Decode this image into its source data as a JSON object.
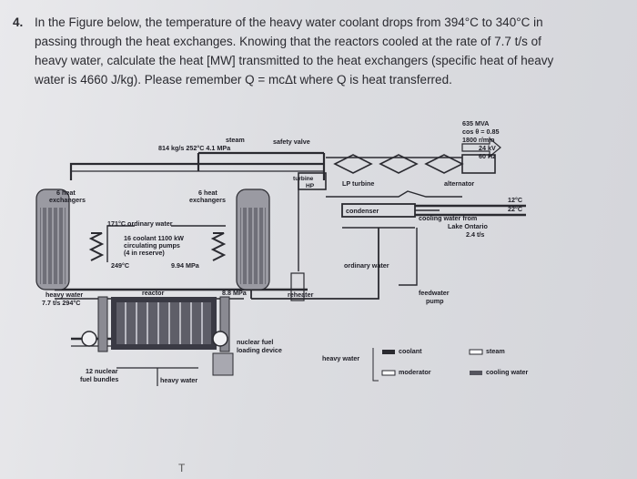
{
  "question": {
    "number": "4.",
    "lines": [
      "In the Figure below, the temperature of the heavy water coolant drops from 394°C to 340°C in",
      "passing through the heat exchanges. Knowing that the reactors cooled at the rate of 7.7 t/s of",
      "heavy water, calculate the heat [MW] transmitted to the heat exchangers (specific heat of heavy",
      "water is 4660 J/kg).  Please remember Q = mcΔt where Q is heat transferred."
    ]
  },
  "figure": {
    "labels": {
      "steam": "steam",
      "steam_conditions": "814 kg/s  252°C  4.1 MPa",
      "safety_valve": "safety valve",
      "turbine": "turbine",
      "hp": "HP",
      "lp_turbine": "LP turbine",
      "alternator": "alternator",
      "mva": "635 MVA",
      "cos": "cos θ = 0.85",
      "rpm": "1800 r/min",
      "kv": "24 kV",
      "hz": "60 Hz",
      "hx_left_1": "6 heat",
      "hx_left_2": "exchangers",
      "hx_right_1": "6 heat",
      "hx_right_2": "exchangers",
      "temp_12": "12°C",
      "temp_22": "22°C",
      "condenser": "condenser",
      "cooling_water_1": "cooling water from",
      "cooling_water_2": "Lake Ontario",
      "cooling_water_3": "2.4 t/s",
      "ordinary_water_top": "171°C  ordinary water",
      "pumps_1": "16 coolant  1100 kW",
      "pumps_2": "circulating pumps",
      "pumps_3": "(4 in reserve)",
      "temp_249": "249°C",
      "pressure_994": "9.94 MPa",
      "ordinary_water": "ordinary water",
      "heavy_water_left_1": "heavy water",
      "heavy_water_left_2": "7.7 t/s  294°C",
      "reactor": "reactor",
      "pressure_88": "8.8 MPa",
      "reheater": "reheater",
      "feedwater_1": "feedwater",
      "feedwater_2": "pump",
      "fuel_device_1": "nuclear fuel",
      "fuel_device_2": "loading device",
      "bundles_1": "12 nuclear",
      "bundles_2": "fuel bundles",
      "heavy_water_bottom": "heavy water",
      "heavy_water_legend": "heavy water"
    },
    "legend": {
      "coolant": "coolant",
      "moderator": "moderator",
      "steam": "steam",
      "cooling_water": "cooling water"
    }
  },
  "bottom_mark": "T"
}
